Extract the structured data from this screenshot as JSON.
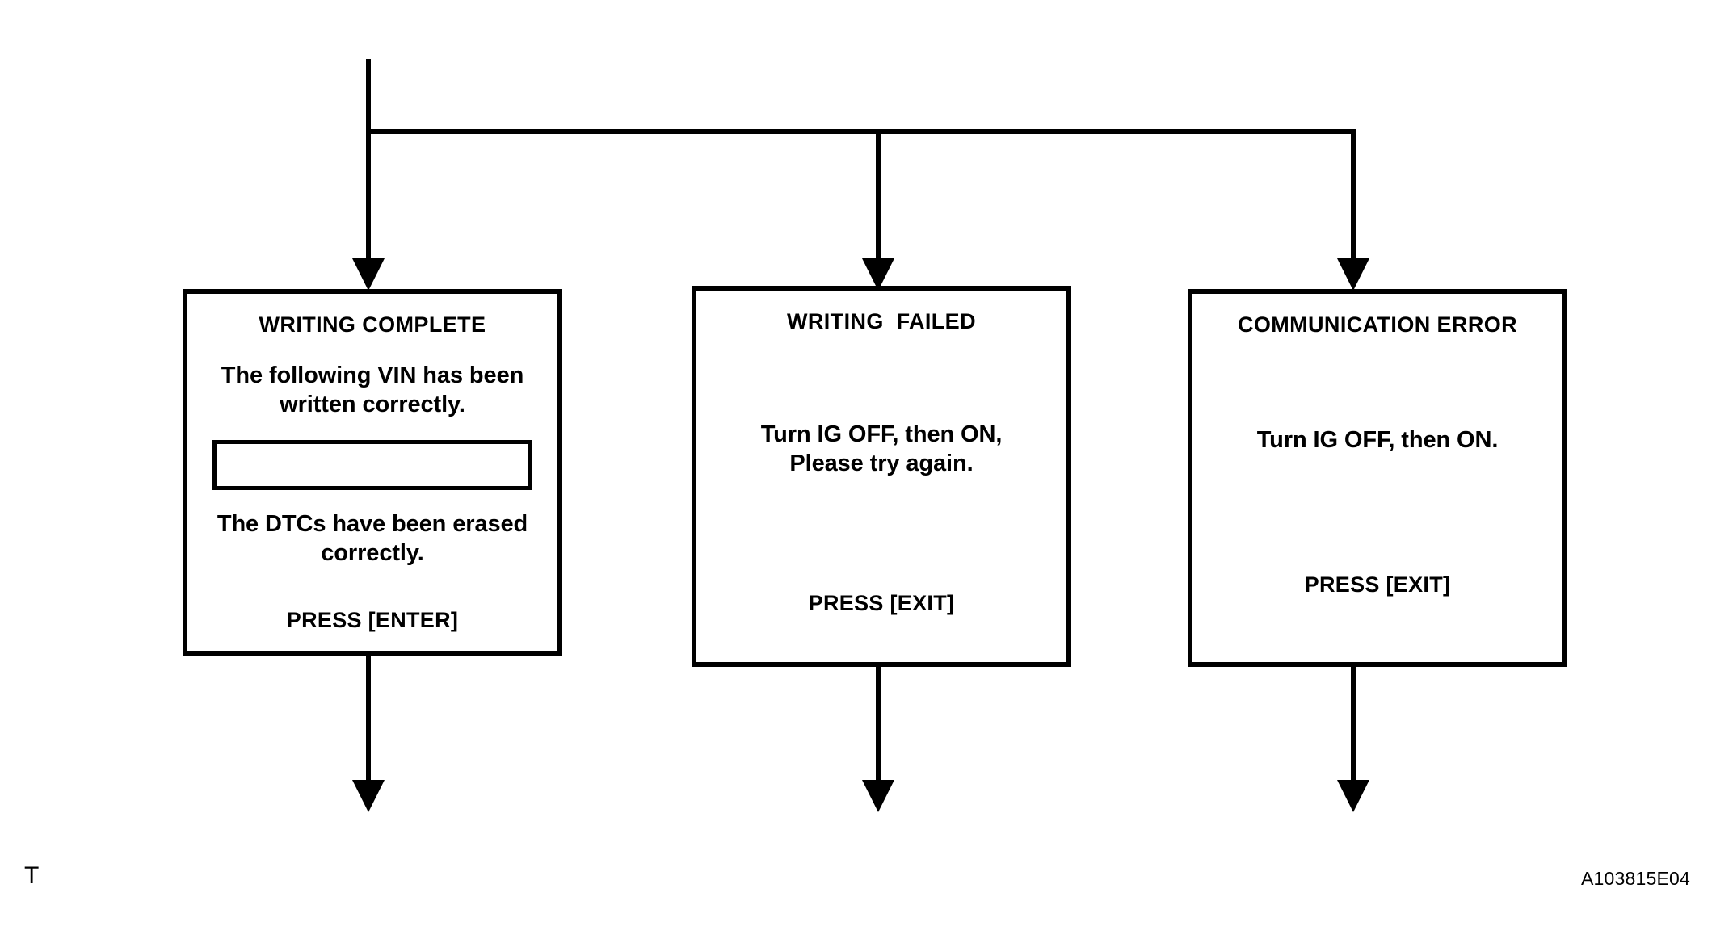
{
  "diagram": {
    "corner_marker": "T",
    "reference_code": "A103815E04",
    "line_color": "#000000",
    "background_color": "#ffffff",
    "boxes": [
      {
        "id": "writing-complete",
        "title": "WRITING COMPLETE",
        "body_lines": [
          "The following VIN has been",
          "written correctly."
        ],
        "body_text": "The following VIN has been\nwritten correctly.",
        "has_input_field": true,
        "input_value": "",
        "body_text_2": "The DTCs have been erased\ncorrectly.",
        "footer": "PRESS [ENTER]"
      },
      {
        "id": "writing-failed",
        "title": "WRITING  FAILED",
        "body_lines": [
          "Turn IG OFF, then ON,",
          "Please try again."
        ],
        "body_text": "Turn IG OFF, then ON,\nPlease try again.",
        "has_input_field": false,
        "footer": "PRESS [EXIT]"
      },
      {
        "id": "communication-error",
        "title": "COMMUNICATION ERROR",
        "body_lines": [
          "Turn IG OFF, then ON."
        ],
        "body_text": "Turn IG OFF, then ON.",
        "has_input_field": false,
        "footer": "PRESS [EXIT]"
      }
    ]
  }
}
